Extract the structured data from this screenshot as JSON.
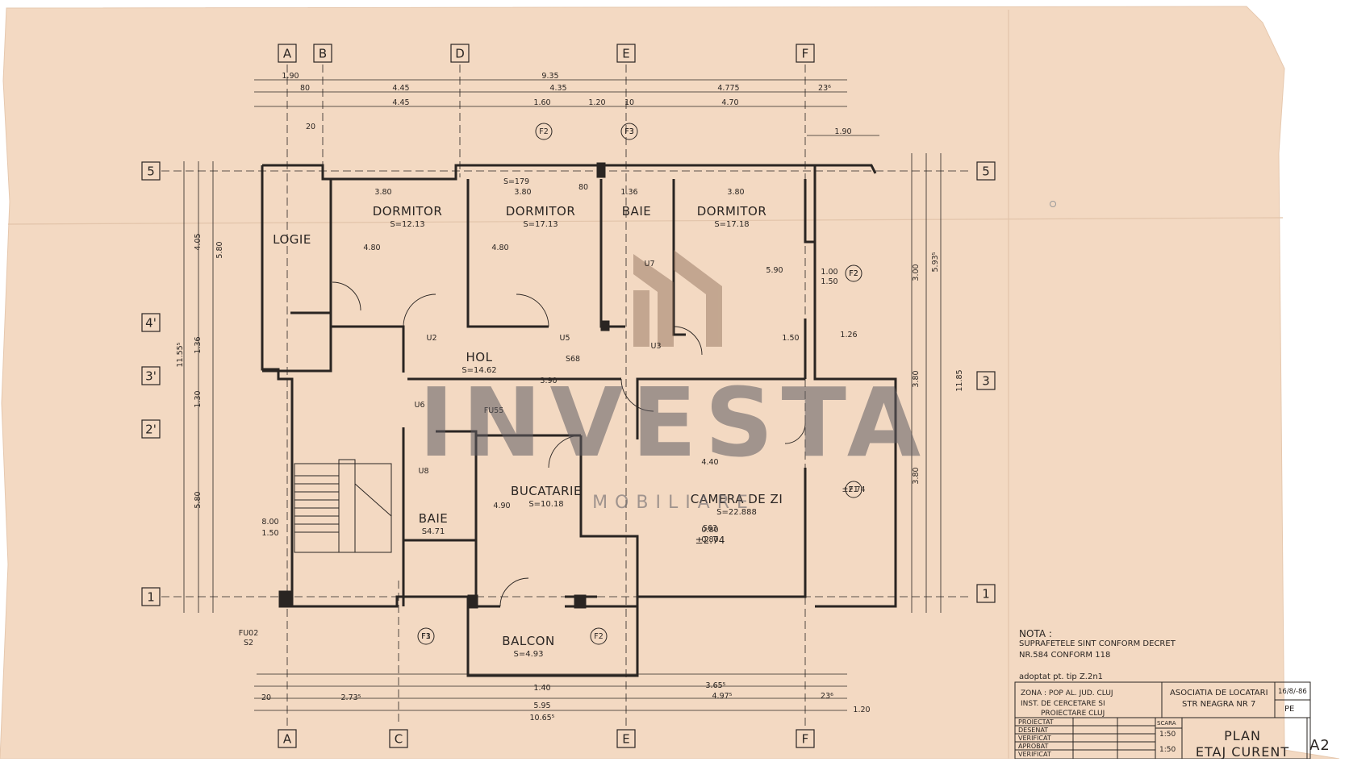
{
  "colors": {
    "paper": "#f3d9c2",
    "ink": "#2a2522",
    "watermark_grey": "#6a676d",
    "watermark_brown": "#8a6a55"
  },
  "axes": {
    "top": [
      "A",
      "B",
      "D",
      "E",
      "F"
    ],
    "bottom": [
      "A",
      "C",
      "E",
      "F"
    ],
    "left": [
      "5",
      "4'",
      "3'",
      "2'",
      "1"
    ],
    "right": [
      "5",
      "3",
      "1"
    ]
  },
  "rooms": [
    {
      "name": "LOGIE",
      "area": ""
    },
    {
      "name": "DORMITOR",
      "area": "S=12.13"
    },
    {
      "name": "DORMITOR",
      "area": "S=17.13"
    },
    {
      "name": "BAIE",
      "area": ""
    },
    {
      "name": "DORMITOR",
      "area": "S=17.18"
    },
    {
      "name": "HOL",
      "area": "S=14.62"
    },
    {
      "name": "BAIE",
      "area": "S4.71"
    },
    {
      "name": "BUCATARIE",
      "area": "S=10.18"
    },
    {
      "name": "CAMERA DE ZI",
      "area": "S=22.888"
    },
    {
      "name": "BALCON",
      "area": "S=4.93"
    }
  ],
  "dims_top": [
    "1.90",
    "9.35",
    "80",
    "4.45",
    "4.35",
    "4.775",
    "23⁶",
    "4.45",
    "1.60",
    "1.20",
    "10",
    "4.70",
    "20",
    "1.90"
  ],
  "dims_bottom": [
    "20",
    "2.73⁵",
    "5.95",
    "4.97⁵",
    "23⁶",
    "10.65⁵",
    "1.40",
    "3.65⁵",
    "1.20"
  ],
  "dims_left": [
    "4.05",
    "5.80",
    "11.55⁵",
    "1.36",
    "1.30",
    "5.80",
    "8.00",
    "1.50"
  ],
  "dims_right": [
    "11.85",
    "3.80",
    "3.80",
    "3.00",
    "5.93⁵"
  ],
  "interior_labels": [
    "3.80",
    "3.80",
    "3.80",
    "S=179",
    "80",
    "1.36",
    "4.80",
    "4.80",
    "5.90",
    "S68",
    "3.90",
    "1.50",
    "4.40",
    "4.90",
    "1.00",
    "1.50",
    "1.26",
    "U2",
    "U5",
    "U3",
    "U6",
    "U7",
    "U8",
    "F2",
    "F3",
    "F1",
    "±2.74",
    "0.80",
    "S63",
    "FU55"
  ],
  "markers": {
    "f2_top": "F2",
    "f3_top": "F3",
    "f2_right": "F2",
    "f1_right": "F1",
    "f3_bottom": "F3",
    "f2_bottom": "F2",
    "fu02": "FU02",
    "s2": "S2"
  },
  "elevation": {
    "value": "±2.74",
    "offset": "0.80"
  },
  "note": {
    "title": "NOTA :",
    "line1": "SUPRAFETELE SINT CONFORM DECRET",
    "line2": "NR.584 CONFORM 118",
    "line3": "adoptat pt. tip Z.2n1"
  },
  "title_block": {
    "zone_line1": "ZONA : POP AL. JUD. CLUJ",
    "zone_line2": "INST. DE CERCETARE SI",
    "zone_line3": "PROIECTARE CLUJ",
    "client_line1": "ASOCIATIA DE LOCATARI",
    "client_line2": "STR NEAGRA NR 7",
    "date": "16/8/-86",
    "phase": "PE",
    "roles": [
      "PROIECTAT",
      "DESENAT",
      "VERIFICAT",
      "APROBAT",
      "VERIFICAT"
    ],
    "scale_label": "SCARA",
    "scale1": "1:50",
    "scale2": "1:50",
    "plan_line1": "PLAN",
    "plan_line2": "ETAJ CURENT",
    "sheet": "A2"
  },
  "watermark": {
    "brand": "INVESTA",
    "sub": "MOBILIARE"
  }
}
